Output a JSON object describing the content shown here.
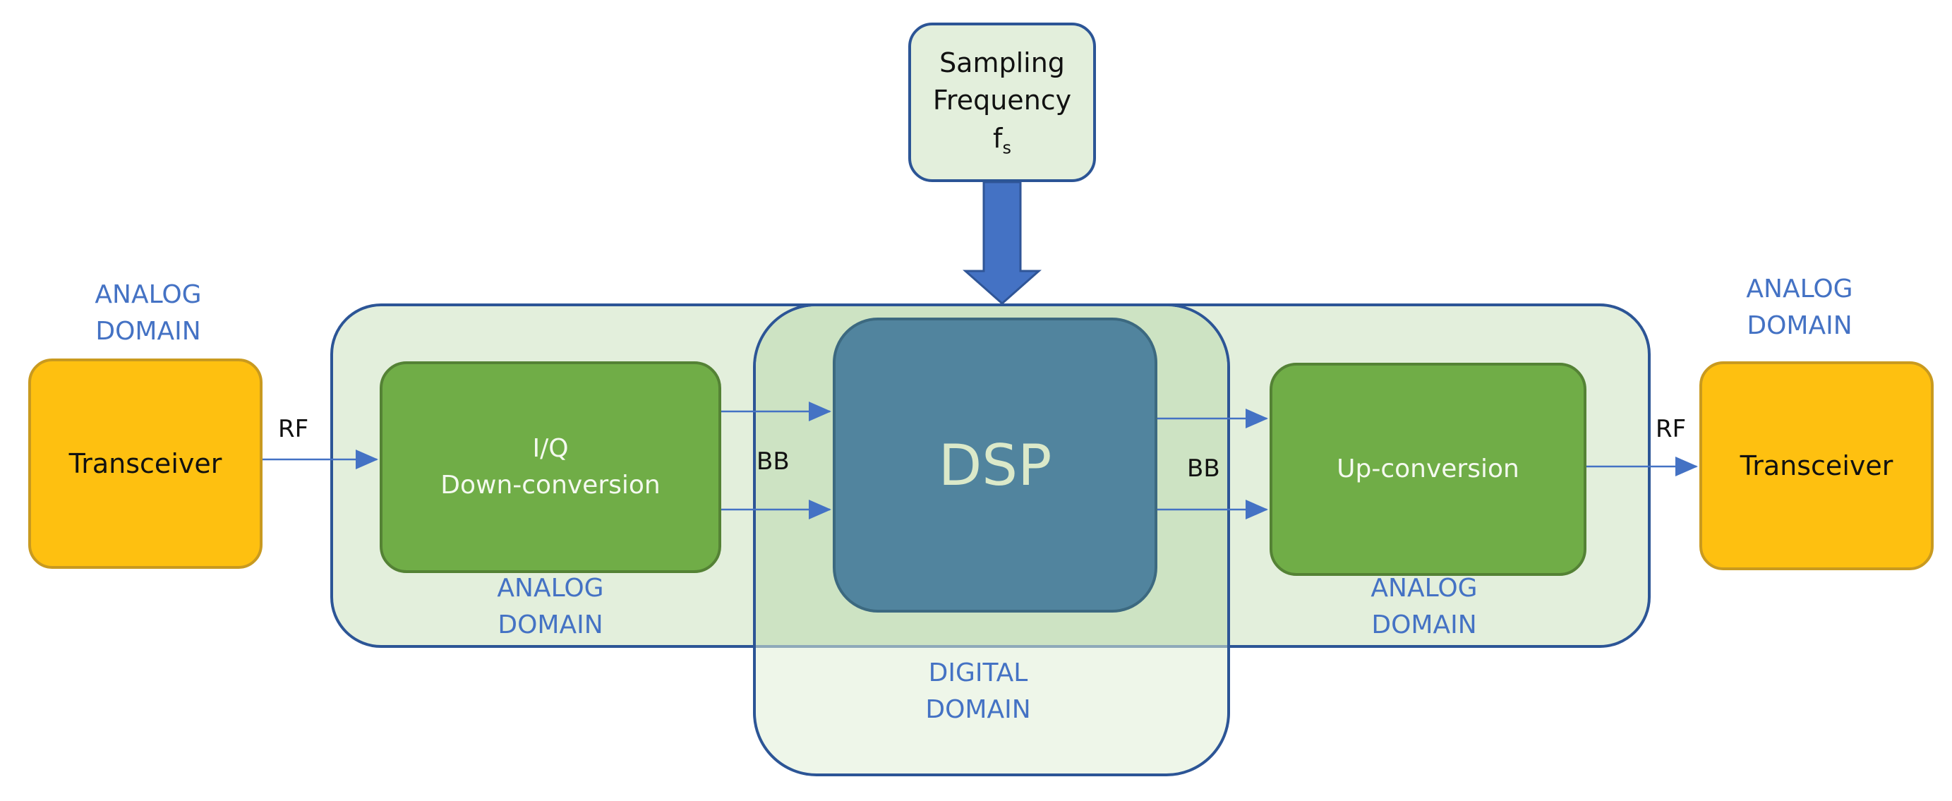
{
  "title": "",
  "nodes": {
    "sampling": {
      "line1": "Sampling",
      "line2": "Frequency",
      "symbol": "f",
      "subscript": "s"
    },
    "transceiver_left": {
      "label": "Transceiver"
    },
    "transceiver_right": {
      "label": "Transceiver"
    },
    "down_conversion": {
      "line1": "I/Q",
      "line2": "Down-conversion"
    },
    "dsp": {
      "label": "DSP"
    },
    "up_conversion": {
      "label": "Up-conversion"
    }
  },
  "domains": {
    "top_left": {
      "line1": "ANALOG",
      "line2": "DOMAIN"
    },
    "top_right": {
      "line1": "ANALOG",
      "line2": "DOMAIN"
    },
    "below_down": {
      "line1": "ANALOG",
      "line2": "DOMAIN"
    },
    "below_up": {
      "line1": "ANALOG",
      "line2": "DOMAIN"
    },
    "digital": {
      "line1": "DIGITAL",
      "line2": "DOMAIN"
    }
  },
  "signals": {
    "rf_left": "RF",
    "bb_left": "BB",
    "bb_right": "BB",
    "rf_right": "RF"
  },
  "edges": [
    {
      "from": "sampling",
      "to": "dsp",
      "label": ""
    },
    {
      "from": "transceiver_left",
      "to": "down_conversion",
      "label": "RF"
    },
    {
      "from": "down_conversion",
      "to": "dsp",
      "label": "BB"
    },
    {
      "from": "down_conversion",
      "to": "dsp",
      "label": "BB"
    },
    {
      "from": "dsp",
      "to": "up_conversion",
      "label": "BB"
    },
    {
      "from": "dsp",
      "to": "up_conversion",
      "label": "BB"
    },
    {
      "from": "up_conversion",
      "to": "transceiver_right",
      "label": "RF"
    }
  ],
  "colors": {
    "transceiver": "#fec010",
    "conversion": "#70ad47",
    "dsp": "#51849e",
    "frame": "#2c5596",
    "domain_text": "#4472c4",
    "arrow": "#4472c4"
  }
}
